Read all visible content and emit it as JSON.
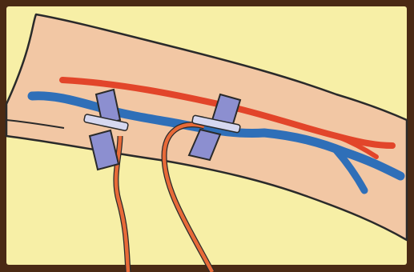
{
  "illustration": {
    "subject": "arm-with-vein-access-needles",
    "colors": {
      "border": "#4a2a14",
      "background": "#f7efa6",
      "skin": "#f2c7a4",
      "outline": "#2a2a2a",
      "artery": "#e2452a",
      "vein": "#2f6fb8",
      "tape": "#8c8fd0",
      "tubing": "#e86a38"
    },
    "elements": [
      "arm",
      "artery",
      "vein",
      "needle-wing-left",
      "needle-wing-right",
      "tubing-left",
      "tubing-right"
    ]
  }
}
